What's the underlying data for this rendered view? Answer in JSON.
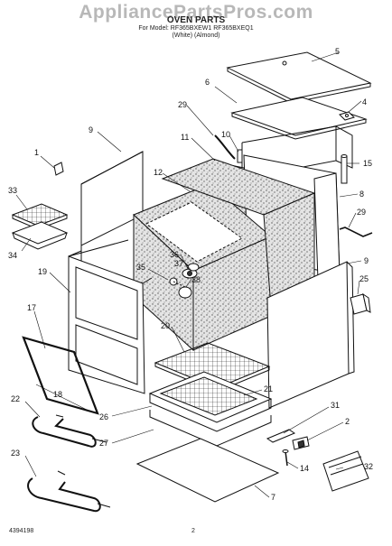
{
  "header": {
    "watermark": "AppliancePartsPros.com",
    "title": "OVEN PARTS",
    "subtitle": "For Model: RF365BXEW1 RF365BXEQ1",
    "variants": "(White)     (Almond)"
  },
  "footer": {
    "doc_number": "4394198",
    "page_number": "2"
  },
  "callouts": [
    "1",
    "2",
    "4",
    "5",
    "6",
    "7",
    "8",
    "9",
    "9",
    "10",
    "11",
    "12",
    "14",
    "15",
    "17",
    "18",
    "19",
    "20",
    "21",
    "22",
    "23",
    "25",
    "26",
    "27",
    "29",
    "29",
    "31",
    "32",
    "33",
    "34",
    "35",
    "36",
    "37",
    "38"
  ],
  "colors": {
    "line": "#111111",
    "insulation": "#d8d8d8",
    "background": "#ffffff"
  }
}
